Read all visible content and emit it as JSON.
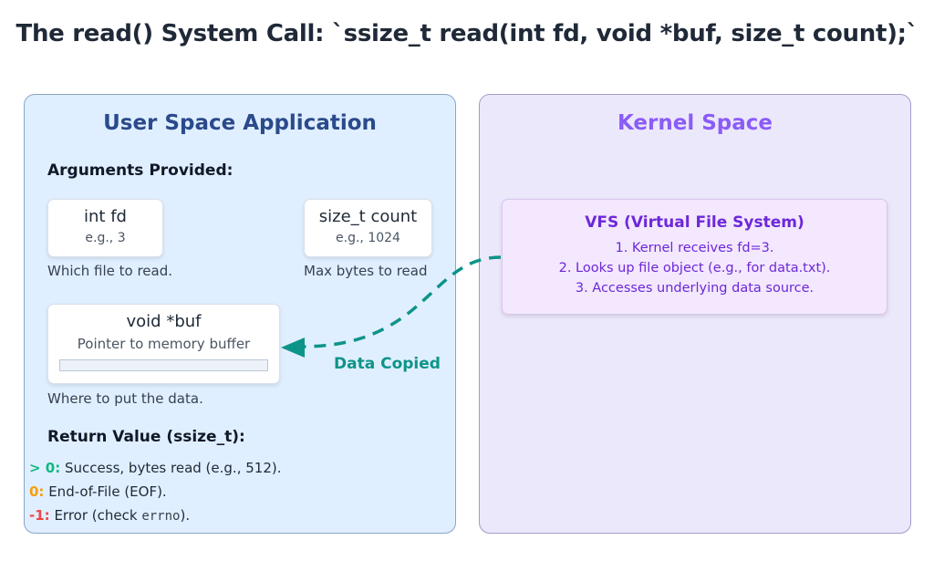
{
  "title": "The read() System Call: `ssize_t read(int fd, void *buf, size_t count);`",
  "user_space": {
    "title": "User Space Application",
    "arguments_heading": "Arguments Provided:",
    "fd_card": {
      "title": "int fd",
      "example": "e.g., 3",
      "caption": "Which file to read."
    },
    "count_card": {
      "title": "size_t count",
      "example": "e.g., 1024",
      "caption": "Max bytes to read"
    },
    "buf_card": {
      "title": "void *buf",
      "subtitle": "Pointer to memory buffer",
      "caption": "Where to put the data."
    },
    "return_heading": "Return Value (ssize_t):",
    "returns": [
      {
        "key": "> 0:",
        "text": " Success, bytes read (e.g., 512).",
        "color": "#10b981"
      },
      {
        "key": "0:",
        "text": " End-of-File (EOF).",
        "color": "#f59e0b"
      },
      {
        "key": "-1:",
        "text_before": " Error (check ",
        "code": "errno",
        "text_after": ").",
        "color": "#ef4444"
      }
    ]
  },
  "kernel_space": {
    "title": "Kernel Space",
    "vfs": {
      "title": "VFS (Virtual File System)",
      "steps": [
        "1. Kernel receives fd=3.",
        "2. Looks up file object (e.g., for data.txt).",
        "3. Accesses underlying data source."
      ]
    }
  },
  "arrow": {
    "label": "Data Copied",
    "color": "#0d9488"
  }
}
